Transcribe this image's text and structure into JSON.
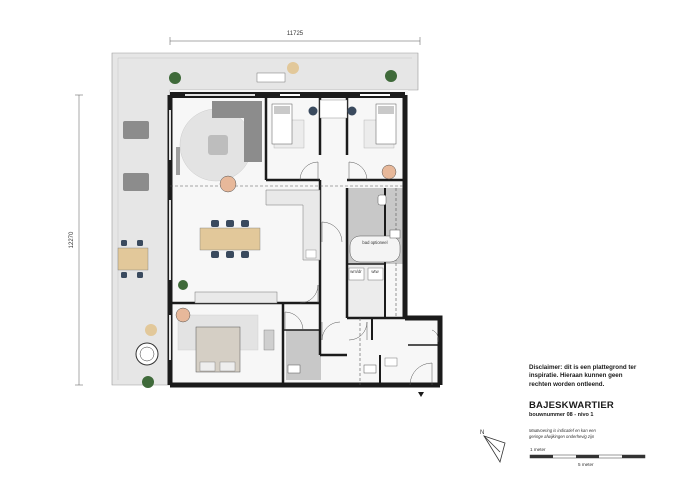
{
  "dimensions": {
    "width_label": "11725",
    "height_label": "12270"
  },
  "rooms": {
    "bath_label": "bad optioneel",
    "utility_labels": [
      "wm/dr",
      "wtw"
    ]
  },
  "info": {
    "disclaimer": "Disclaimer: dit is een plattegrond ter\ninspiratie. Hieraan kunnen geen\nrechten worden ontleend.",
    "project": "BAJESKWARTIER",
    "subtitle": "bouwnummer 08 - nivo 1",
    "note": "Maatvoering is indicatief en kan een\ngeringe afwijkingen onderhevig zijn"
  },
  "scale": {
    "label_small": "1 meter",
    "label_large": "5 meter"
  },
  "north_label": "N",
  "colors": {
    "wall": "#1b1b1b",
    "terrace": "#e6e6e6",
    "wet_room": "#c8c8c8",
    "sofa": "#8c8c8c",
    "table": "#e2c89a",
    "chair": "#3a4a5e",
    "plant": "#3f6a3a",
    "bed": "#d5cfc5"
  }
}
